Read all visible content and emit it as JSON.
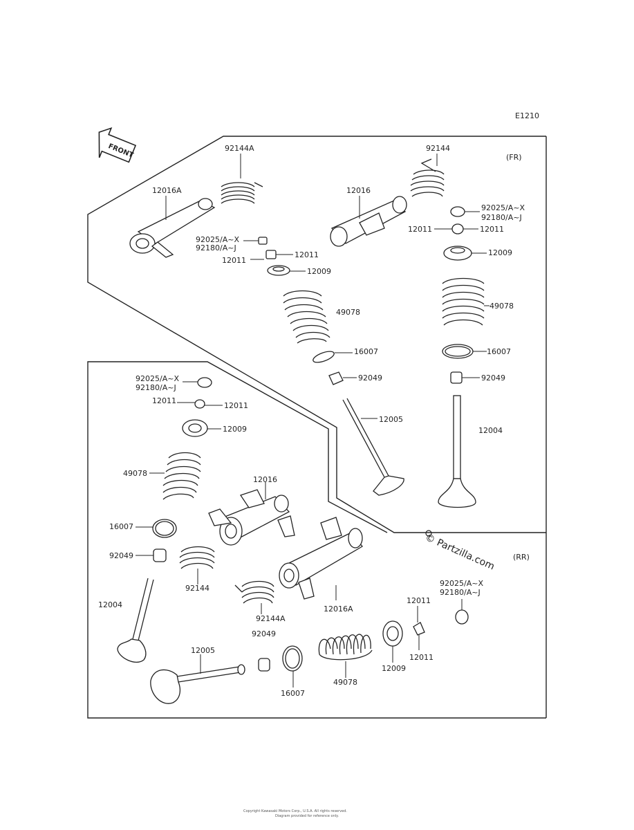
{
  "diagram_code": "E1210",
  "front_label": "FRONT",
  "section_fr": "(FR)",
  "section_rr": "(RR)",
  "watermark": "© Partzilla.com",
  "footer_lines": [
    "Copyright Kawasaki Motors Corp., U.S.A. All rights reserved.",
    "Diagram provided for reference only."
  ],
  "labels": {
    "fr_92144A": "92144A",
    "fr_12016A": "12016A",
    "fr_92025_left": "92025/A~X",
    "fr_92180_left": "92180/A~J",
    "fr_12011_right_a": "12011",
    "fr_12011_left_a": "12011",
    "fr_12009_left": "12009",
    "fr_49078_left": "49078",
    "fr_16007_left": "16007",
    "fr_92049_left": "92049",
    "fr_12005": "12005",
    "fr_92144": "92144",
    "fr_12016": "12016",
    "fr_92025_right": "92025/A~X",
    "fr_92180_right": "92180/A~J",
    "fr_12011_left_b": "12011",
    "fr_12011_right_b": "12011",
    "fr_12009_right": "12009",
    "fr_49078_right": "49078",
    "fr_16007_right": "16007",
    "fr_92049_right": "92049",
    "fr_12004": "12004",
    "rr_92025_a": "92025/A~X",
    "rr_92180_a": "92180/A~J",
    "rr_12011_l": "12011",
    "rr_12011_r": "12011",
    "rr_12009_a": "12009",
    "rr_49078_a": "49078",
    "rr_12016": "12016",
    "rr_16007_a": "16007",
    "rr_92049_a": "92049",
    "rr_92144": "92144",
    "rr_12004": "12004",
    "rr_92144A": "92144A",
    "rr_12016A": "12016A",
    "rr_92049_b": "92049",
    "rr_12005": "12005",
    "rr_16007_b": "16007",
    "rr_49078_b": "49078",
    "rr_12009_b": "12009",
    "rr_12011_top": "12011",
    "rr_12011_bot": "12011",
    "rr_92025_b": "92025/A~X",
    "rr_92180_b": "92180/A~J"
  }
}
